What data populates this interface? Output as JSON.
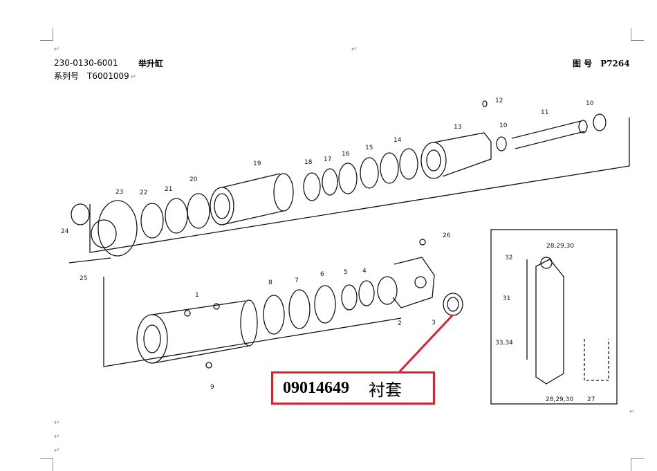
{
  "header": {
    "part_no": "230-0130-6001",
    "part_name": "举升缸",
    "series_label": "系列号",
    "series_no": "T6001009",
    "drawing_label": "图 号",
    "drawing_no": "P7264"
  },
  "callouts": [
    "12",
    "10",
    "11",
    "13",
    "10",
    "14",
    "15",
    "16",
    "17",
    "18",
    "19",
    "20",
    "21",
    "22",
    "23",
    "24",
    "25",
    "26",
    "1",
    "8",
    "7",
    "6",
    "5",
    "4",
    "2",
    "3",
    "9",
    "32",
    "28,29,30",
    "31",
    "33,34",
    "28,29,30",
    "27"
  ],
  "highlight": {
    "code": "09014649",
    "name": "衬套",
    "color": "#e0202a"
  },
  "paragraph_mark": "↵"
}
